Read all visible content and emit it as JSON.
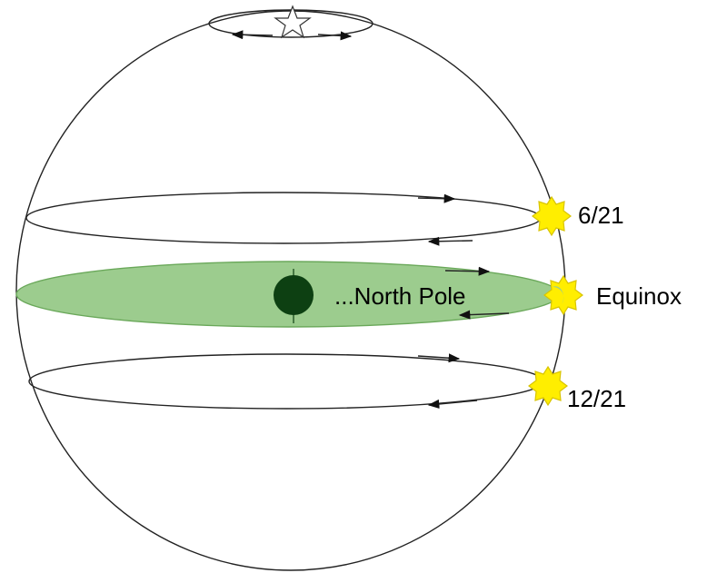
{
  "labels": {
    "june": "6/21",
    "equinox": "Equinox",
    "december": "12/21",
    "north_pole": "...North Pole"
  },
  "colors": {
    "horizon_fill": "#9ccc8e",
    "horizon_stroke": "#6aa85a",
    "observer": "#0d4012",
    "sun": "#ffee00",
    "sun_ray": "#d8c400",
    "sphere_line": "#222222"
  },
  "icons": [
    "star-icon",
    "sun-icon",
    "observer-icon",
    "arrow-icon"
  ]
}
